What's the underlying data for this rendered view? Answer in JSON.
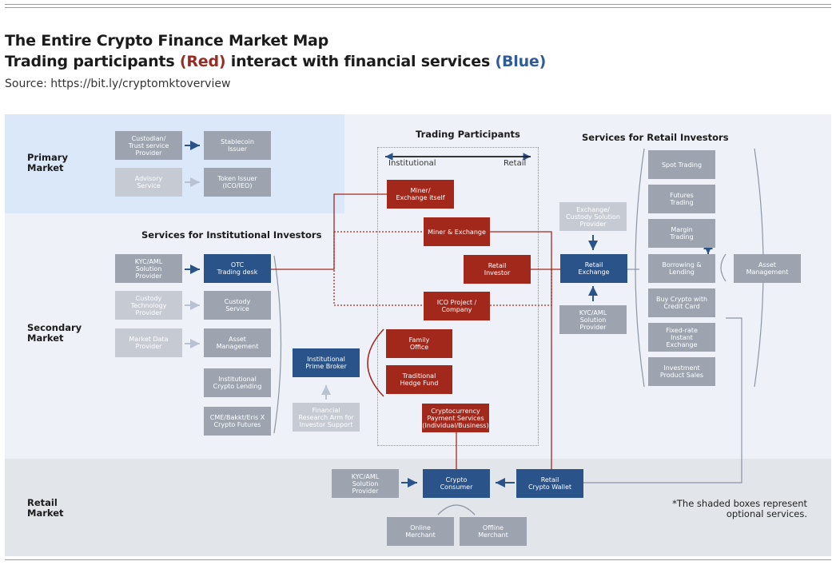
{
  "header": {
    "title_line1": "The Entire Crypto Finance Market Map",
    "title_line2_pre": "Trading participants ",
    "title_line2_red": "(Red)",
    "title_line2_mid": " interact with financial services ",
    "title_line2_blue": "(Blue)",
    "source": "Source: https://bit.ly/cryptomktoverview"
  },
  "zones": {
    "primary": "Primary\nMarket",
    "secondary": "Secondary\nMarket",
    "retail": "Retail\nMarket"
  },
  "sections": {
    "trading_participants": "Trading Participants",
    "services_retail": "Services for Retail Investors",
    "services_institutional": "Services for Institutional Investors",
    "axis_left": "Institutional",
    "axis_right": "Retail"
  },
  "primary_boxes": {
    "custodian": "Custodian/\nTrust service\nProvider",
    "stablecoin": "Stablecoin\nIssuer",
    "advisory": "Advisory\nService",
    "token_issuer": "Token Issuer\n(ICO/IEO)"
  },
  "institutional_boxes": {
    "kyc": "KYC/AML\nSolution\nProvider",
    "otc": "OTC\nTrading desk",
    "custody_tech": "Custody\nTechnology\nProvider",
    "custody_service": "Custody\nService",
    "market_data": "Market Data\nProvider",
    "asset_mgmt": "Asset\nManagement",
    "crypto_lending": "Institutional\nCrypto Lending",
    "futures": "CME/Bakkt/Eris X\nCrypto Futures",
    "prime_broker": "Institutional\nPrime Broker",
    "research": "Financial\nResearch Arm for\nInvestor Support"
  },
  "participants": {
    "miner": "Miner/\nExchange itself",
    "miner_exchange": "Miner & Exchange",
    "retail_investor": "Retail\nInvestor",
    "ico_project": "ICO Project /\nCompany",
    "family_office": "Family\nOffice",
    "hedge_fund": "Traditional\nHedge Fund",
    "payment_services": "Cryptocurrency\nPayment Services\n(Individual/Business)"
  },
  "retail_services": {
    "exchange_custody": "Exchange/\nCustody Solution\nProvider",
    "retail_exchange": "Retail\nExchange",
    "kyc": "KYC/AML\nSolution\nProvider",
    "spot": "Spot Trading",
    "futures": "Futures\nTrading",
    "margin": "Margin\nTrading",
    "borrowing": "Borrowing &\nLending",
    "credit_card": "Buy Crypto with\nCredit Card",
    "fixed_rate": "Fixed-rate\nInstant\nExchange",
    "investment": "Investment\nProduct Sales",
    "asset_mgmt": "Asset\nManagement"
  },
  "retail_market": {
    "kyc": "KYC/AML\nSolution\nProvider",
    "consumer": "Crypto\nConsumer",
    "wallet": "Retail\nCrypto Wallet",
    "online": "Online\nMerchant",
    "offline": "Offline\nMerchant"
  },
  "note": "*The shaded boxes represent\noptional services.",
  "colors": {
    "red": "#a3281c",
    "navy": "#2a5389",
    "gray": "#9da4b0",
    "light_gray": "#c6cbd3",
    "primary_band": "#dbe8fa",
    "secondary_band": "#eef2f8",
    "retail_band": "#e2e5ea"
  }
}
